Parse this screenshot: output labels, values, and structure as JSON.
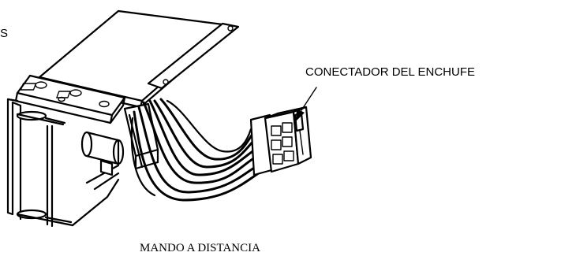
{
  "labels": {
    "cropped_left": "S",
    "connector": "CONECTADOR DEL ENCHUFE",
    "caption": "MANDO A DISTANCIA"
  },
  "colors": {
    "ink": "#000000",
    "paper": "#ffffff"
  }
}
